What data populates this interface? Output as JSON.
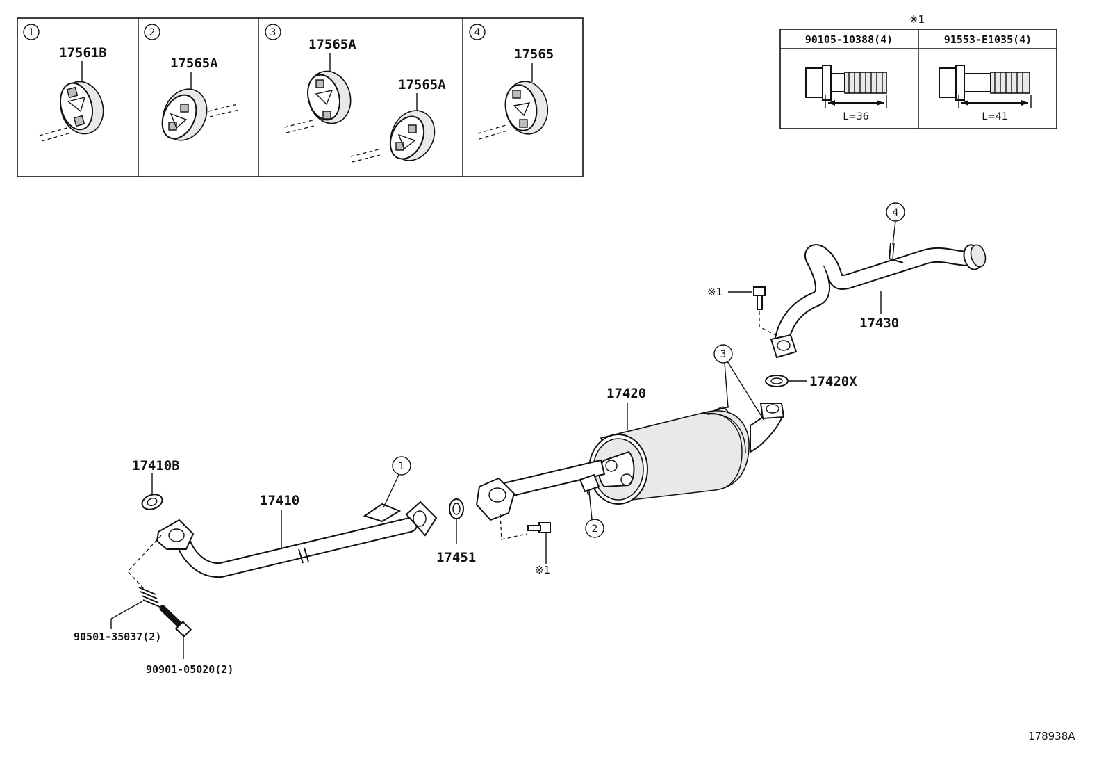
{
  "insets": [
    {
      "num": "1",
      "labels": [
        "17561B"
      ]
    },
    {
      "num": "2",
      "labels": [
        "17565A"
      ]
    },
    {
      "num": "3",
      "labels": [
        "17565A",
        "17565A"
      ]
    },
    {
      "num": "4",
      "labels": [
        "17565"
      ]
    }
  ],
  "bolt_table": {
    "header_mark": "※1",
    "columns": [
      {
        "part": "90105-10388(4)",
        "length": "L=36"
      },
      {
        "part": "91553-E1035(4)",
        "length": "L=41"
      }
    ]
  },
  "callouts": {
    "c1": "1",
    "c2": "2",
    "c3": "3",
    "c4": "4"
  },
  "parts": {
    "p17410B": "17410B",
    "p17410": "17410",
    "p17451": "17451",
    "p17420": "17420",
    "p17420X": "17420X",
    "p17430": "17430",
    "p90501": "90501-35037(2)",
    "p90901": "90901-05020(2)",
    "ref1_a": "※1",
    "ref1_b": "※1"
  },
  "figure_id": "178938A"
}
